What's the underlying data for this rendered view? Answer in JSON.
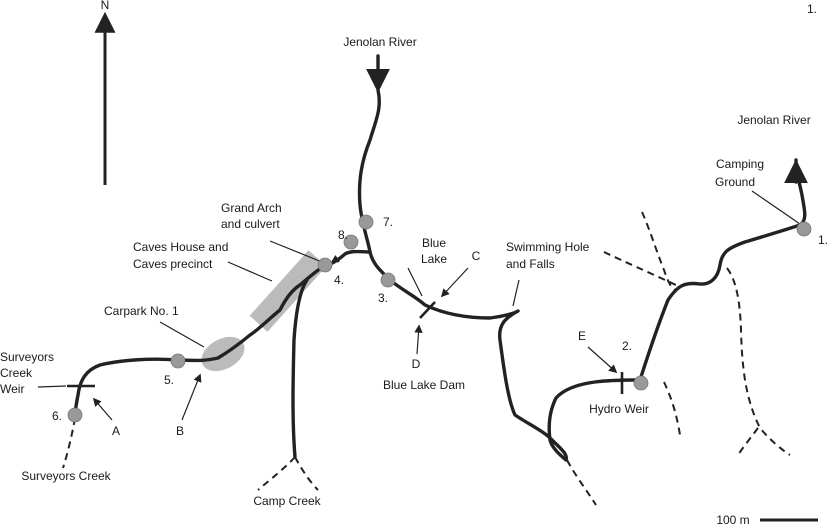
{
  "figure_number": "1.",
  "north_label": "N",
  "scale_bar_label": "100 m",
  "colors": {
    "river": "#222222",
    "site_marker": "#999999",
    "area_shade": "#bbbbbb"
  },
  "sites": [
    "1.",
    "2.",
    "3.",
    "4.",
    "5.",
    "6.",
    "7.",
    "8."
  ],
  "point_labels": [
    "A",
    "B",
    "C",
    "D",
    "E"
  ],
  "place_labels": {
    "jenolan_river_north": "Jenolan River",
    "jenolan_river_east": "Jenolan River",
    "camping_ground_line1": "Camping",
    "camping_ground_line2": "Ground",
    "grand_arch_line1": "Grand Arch",
    "grand_arch_line2": "and culvert",
    "caves_house_line1": "Caves House and",
    "caves_house_line2": "Caves precinct",
    "blue_lake_line1": "Blue",
    "blue_lake_line2": "Lake",
    "swimming_hole_line1": "Swimming Hole",
    "swimming_hole_line2": "and Falls",
    "carpark": "Carpark No. 1",
    "surveyors_weir_line1": "Surveyors",
    "surveyors_weir_line2": "Creek",
    "surveyors_weir_line3": "Weir",
    "blue_lake_dam": "Blue Lake Dam",
    "hydro_weir": "Hydro Weir",
    "surveyors_creek": "Surveyors Creek",
    "camp_creek": "Camp Creek"
  }
}
